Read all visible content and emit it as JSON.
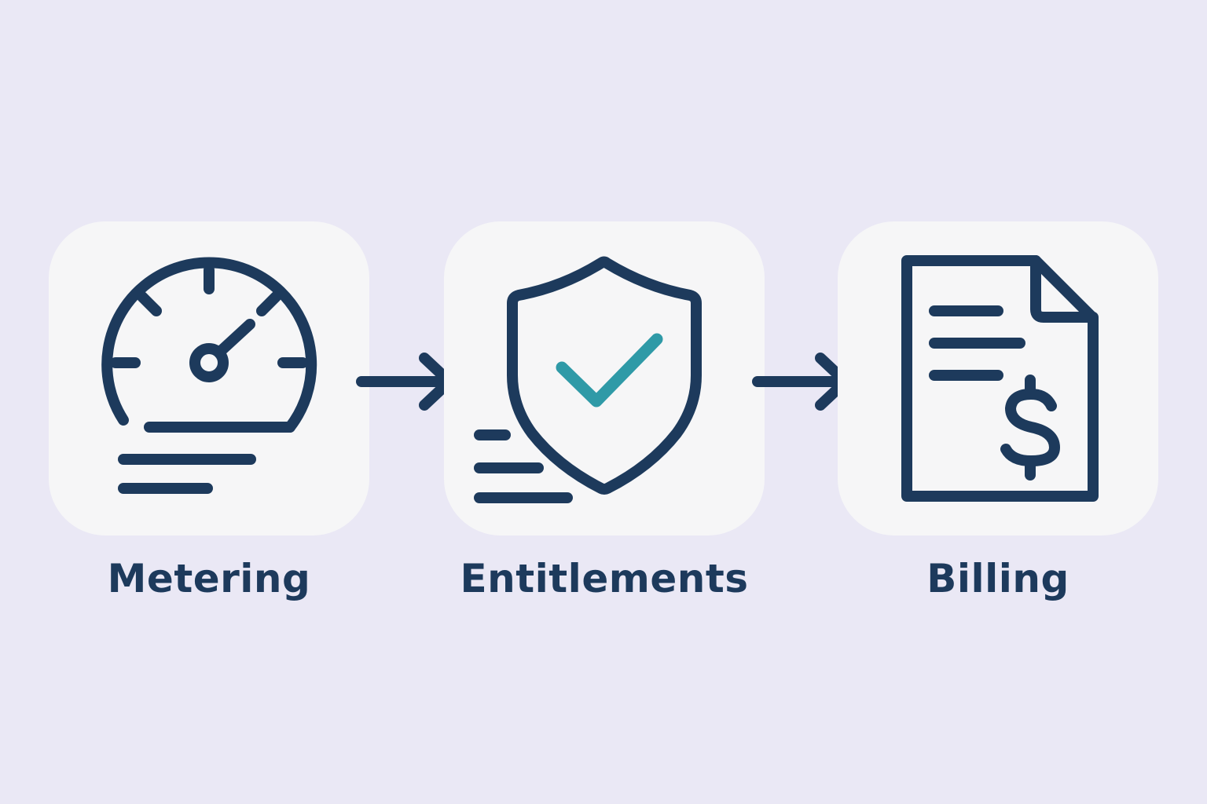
{
  "steps": [
    {
      "label": "Metering",
      "icon": "speedometer-icon"
    },
    {
      "label": "Entitlements",
      "icon": "shield-check-icon"
    },
    {
      "label": "Billing",
      "icon": "invoice-dollar-icon"
    }
  ],
  "arrows": [
    "arrow-right-icon",
    "arrow-right-icon"
  ],
  "colors": {
    "background": "#eae8f5",
    "card": "#f6f6f7",
    "primary": "#1d3a5c",
    "accent": "#2f9aa7"
  }
}
